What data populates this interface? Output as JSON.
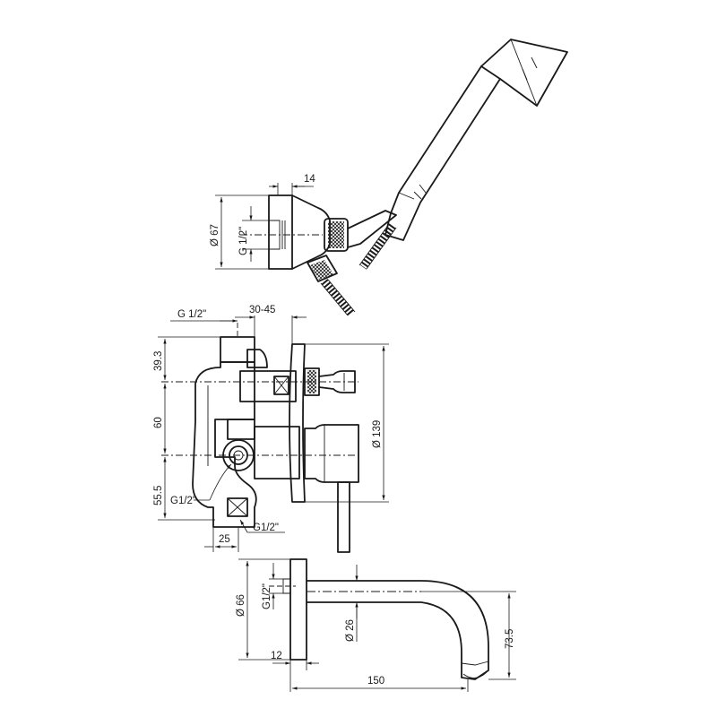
{
  "drawing": {
    "hand_shower": {
      "dim_depth": "14",
      "dim_diameter": "Ø 67",
      "dim_thread": "G 1/2\""
    },
    "mixer_body": {
      "dim_inlet_thread": "G 1/2\"",
      "dim_depth_range": "30-45",
      "dim_top": "39.3",
      "dim_middle": "60",
      "dim_bottom": "55.5",
      "dim_plate_diameter": "Ø 139",
      "dim_outlet_thread_left": "G1/2\"",
      "dim_outlet_thread_bottom": "G1/2\"",
      "dim_width": "25"
    },
    "spout": {
      "dim_flange_diameter": "Ø 66",
      "dim_thread": "G1/2\"",
      "dim_pipe_diameter": "Ø 26",
      "dim_height": "73.5",
      "dim_flange_depth": "12",
      "dim_length": "150"
    }
  }
}
